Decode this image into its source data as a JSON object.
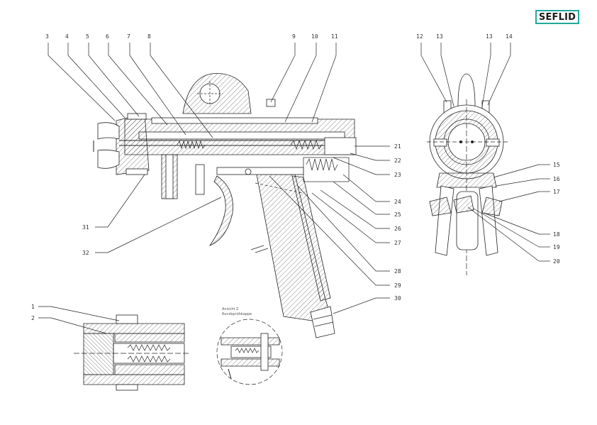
{
  "brand": {
    "name": "SEFLID",
    "border_color": "#20a99c"
  },
  "main_view": {
    "callouts_top": [
      "3",
      "4",
      "5",
      "6",
      "7",
      "8",
      "9",
      "10",
      "11"
    ],
    "callouts_right": [
      "21",
      "22",
      "23",
      "24",
      "25",
      "26",
      "27",
      "28",
      "29",
      "30"
    ],
    "callouts_left": [
      "31",
      "32"
    ]
  },
  "front_view": {
    "callouts_top": [
      "12",
      "13",
      "13",
      "14"
    ],
    "callouts_right": [
      "15",
      "16",
      "17",
      "18",
      "19",
      "20"
    ]
  },
  "detail_left": {
    "callouts": [
      "1",
      "2"
    ]
  },
  "detail_right": {
    "title_line1": "Ansicht Z",
    "title_line2": "Rundsprühkappe"
  }
}
